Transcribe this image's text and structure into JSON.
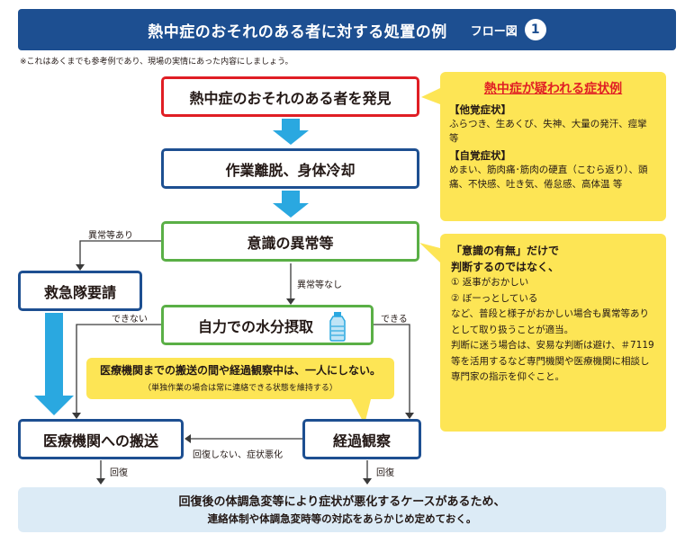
{
  "header": {
    "title": "熱中症のおそれのある者に対する処置の例",
    "subtitle": "フロー図",
    "number": "1"
  },
  "note": "※これはあくまでも参考例であり、現場の実情にあった内容にしましょう。",
  "flow": {
    "find": "熱中症のおそれのある者を発見",
    "remove": "作業離脱、身体冷却",
    "consciousness": "意識の異常等",
    "ambulance": "救急隊要請",
    "water": "自力での水分摂取",
    "hospital": "医療機関への搬送",
    "observe": "経過観察"
  },
  "labels": {
    "abnormal_yes": "異常等あり",
    "abnormal_no": "異常等なし",
    "cannot": "できない",
    "can": "できる",
    "not_recovered": "回復しない、症状悪化",
    "recovered_left": "回復",
    "recovered_right": "回復"
  },
  "symptoms": {
    "title": "熱中症が疑われる症状例",
    "other_heading": "【他覚症状】",
    "other_text": "ふらつき、生あくび、失神、大量の発汗、痙攣 等",
    "self_heading": "【自覚症状】",
    "self_text": "めまい、筋肉痛･筋肉の硬直（こむら返り）、頭痛、不快感、吐き気、倦怠感、高体温 等"
  },
  "judgement": {
    "line1": "「意識の有無」だけで",
    "line2": "判断するのではなく、",
    "item1": "① 返事がおかしい",
    "item2": "② ぼーっとしている",
    "text1": "など、普段と様子がおかしい場合も異常等ありとして取り扱うことが適当。",
    "text2": "判断に迷う場合は、安易な判断は避け、＃7119等を活用するなど専門機関や医療機関に相談し専門家の指示を仰ぐこと。"
  },
  "warning": {
    "main": "医療機関までの搬送の間や経過観察中は、一人にしない。",
    "sub": "（単独作業の場合は常に連絡できる状態を維持する）"
  },
  "bottom": {
    "line1": "回復後の体調急変等により症状が悪化するケースがあるため、",
    "line2": "連絡体制や体調急変時等の対応をあらかじめ定めておく。"
  },
  "colors": {
    "navy": "#1d4f91",
    "red": "#e01e24",
    "green": "#5aaf46",
    "cyan": "#2aa8e0",
    "yellow": "#fde555",
    "light_blue": "#dcebf6"
  },
  "icons": {
    "water_bottle": "bottle-icon"
  }
}
